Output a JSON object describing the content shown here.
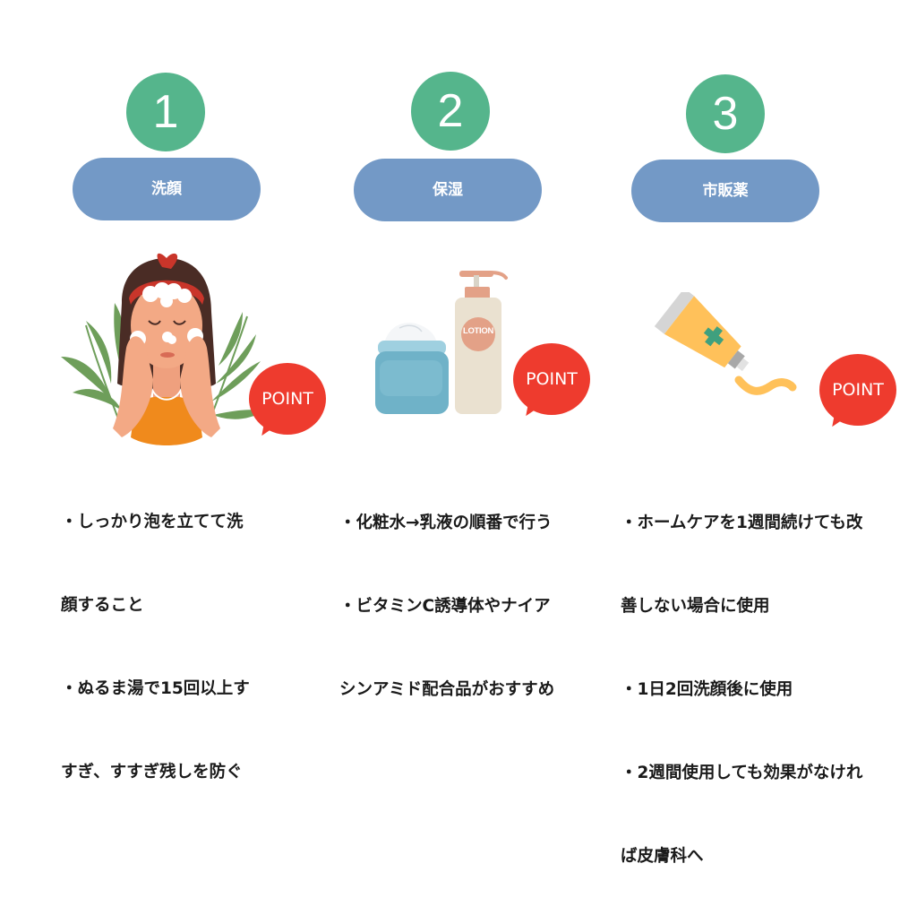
{
  "colors": {
    "step_circle": "#55B58C",
    "category_pill": "#7399C6",
    "point_bubble": "#EE3B2E",
    "text": "#1a1a1a"
  },
  "steps": [
    {
      "number": "1",
      "title": "洗顔",
      "illustration": "woman-washing-face-icon",
      "point_label": "POINT",
      "description_lines": [
        "・しっかり泡を立てて洗",
        "顔すること",
        "・ぬるま湯で15回以上す",
        "すぎ、すすぎ残しを防ぐ"
      ]
    },
    {
      "number": "2",
      "title": "保湿",
      "illustration": "cream-jar-and-lotion-bottle-icon",
      "lotion_label": "LOTION",
      "point_label": "POINT",
      "description_lines": [
        "・化粧水→乳液の順番で行う",
        "・ビタミンC誘導体やナイア",
        "シンアミド配合品がおすすめ"
      ]
    },
    {
      "number": "3",
      "title": "市販薬",
      "illustration": "ointment-tube-icon",
      "point_label": "POINT",
      "description_lines": [
        "・ホームケアを1週間続けても改",
        "善しない場合に使用",
        "・1日2回洗顔後に使用",
        "・2週間使用しても効果がなけれ",
        "ば皮膚科へ"
      ]
    }
  ]
}
